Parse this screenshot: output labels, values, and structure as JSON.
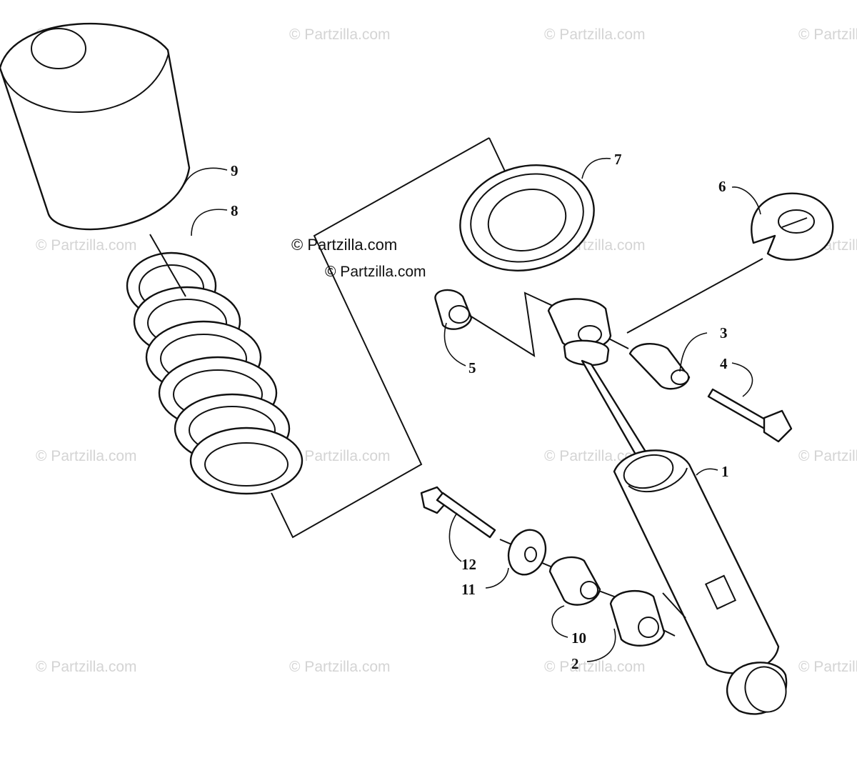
{
  "diagram": {
    "watermark_main": "© Partzilla.com",
    "watermark_faint": "© Partzilla.com",
    "callouts": {
      "shock_absorber": "1",
      "bushing_lower": "2",
      "sleeve_upper": "3",
      "bolt_upper": "4",
      "flange_nut": "5",
      "spring_retainer": "6",
      "spring_seat": "7",
      "coil_spring": "8",
      "boot_cover": "9",
      "sleeve_lower": "10",
      "washer": "11",
      "bolt_lower": "12"
    }
  }
}
